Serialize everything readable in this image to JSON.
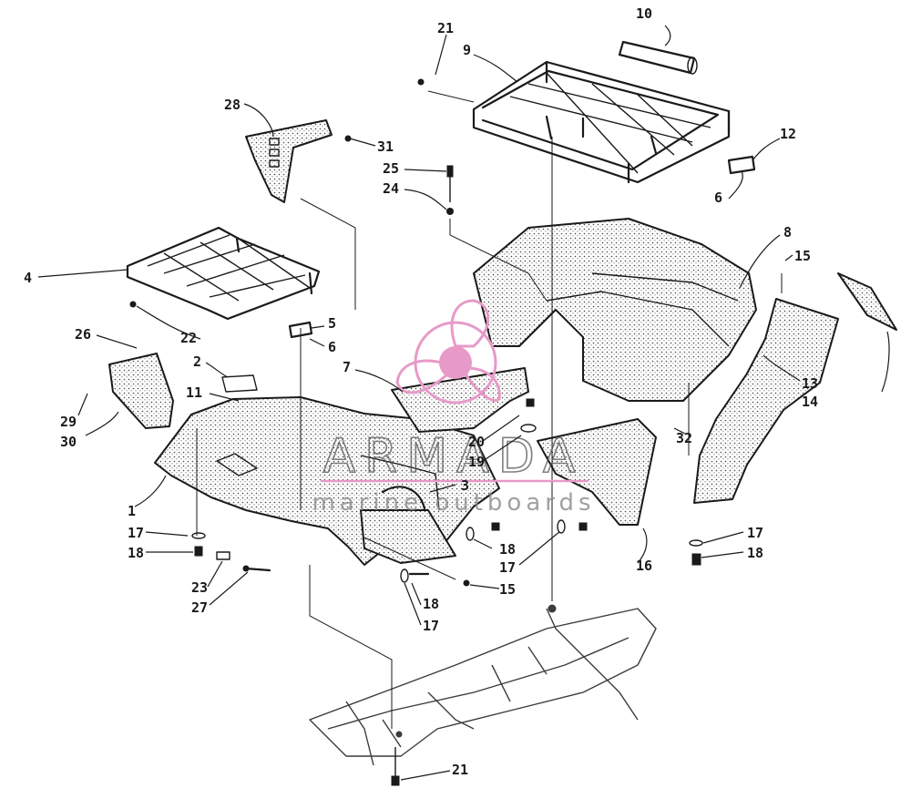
{
  "watermark": {
    "brand": "ARMADA",
    "tagline": "marine outboards",
    "logo_color": "#e79ac8",
    "text_color": "#666666"
  },
  "callouts": [
    "21",
    "9",
    "10",
    "28",
    "31",
    "25",
    "24",
    "12",
    "6",
    "8",
    "15",
    "4",
    "22",
    "5",
    "6",
    "26",
    "2",
    "7",
    "11",
    "29",
    "30",
    "13",
    "14",
    "32",
    "20",
    "19",
    "1",
    "3",
    "17",
    "18",
    "23",
    "27",
    "18",
    "17",
    "18",
    "17",
    "15",
    "16",
    "17",
    "18",
    "21"
  ]
}
